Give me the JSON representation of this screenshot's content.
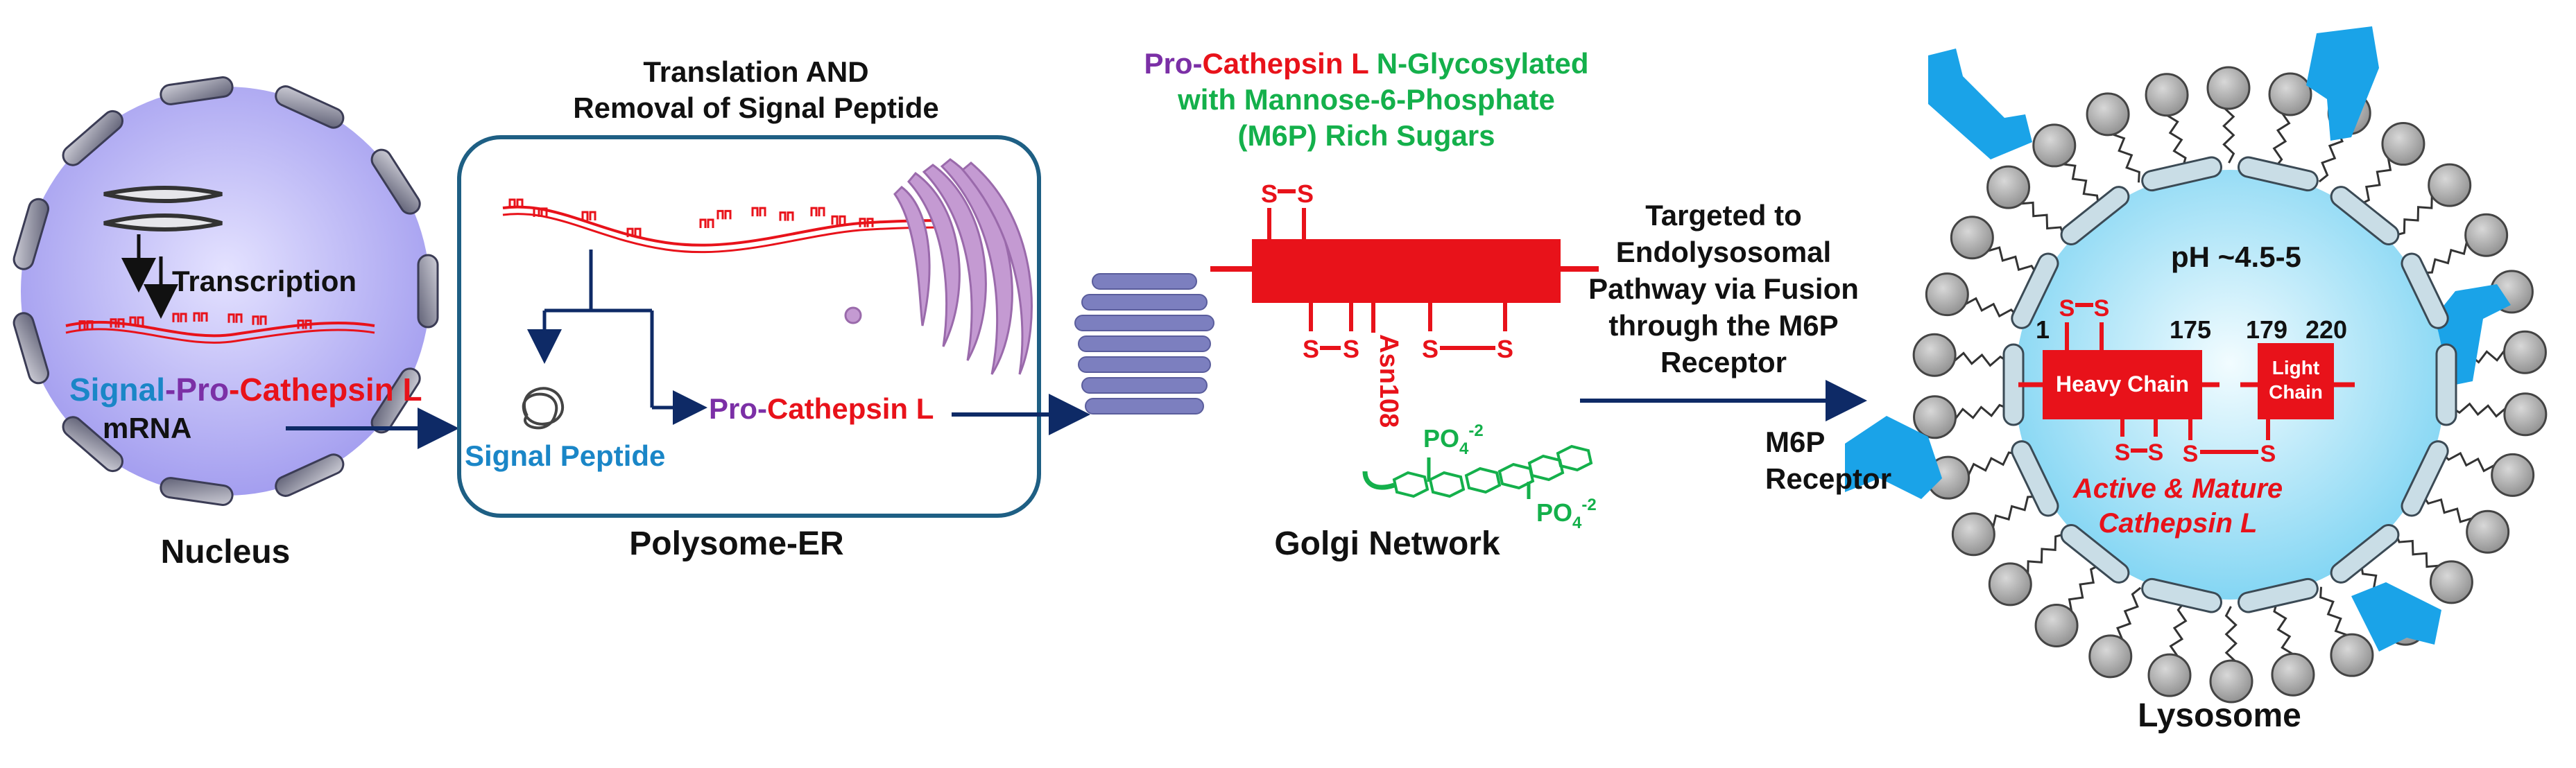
{
  "colors": {
    "red": "#e8121a",
    "purple": "#7b2fa6",
    "blue": "#1a86c7",
    "green": "#14b04b",
    "navy": "#0e2a66",
    "dark": "#111111",
    "nucleus_fill": "#b6b2f4",
    "golgi_fill": "#7c7fbf",
    "er_fill": "#c49ad2",
    "lyso_fill": "#9fe0f6",
    "receptor": "#1aa3e8",
    "lipid": "#9a9a9a"
  },
  "nucleus": {
    "title": "Nucleus",
    "transcription": "Transcription",
    "mrna_signal": "Signal",
    "mrna_dash1": "-",
    "mrna_pro": "Pro",
    "mrna_dash2": "-",
    "mrna_cathepsin": "Cathepsin L",
    "mrna": "mRNA"
  },
  "polysome": {
    "title": "Polysome-ER",
    "header_line1": "Translation AND",
    "header_line2": "Removal of Signal Peptide",
    "signal_peptide": "Signal Peptide",
    "pro": "Pro-",
    "cathepsin": "Cathepsin  L"
  },
  "golgi": {
    "title": "Golgi Network",
    "pro": "Pro-",
    "cathepsin": "Cathepsin L",
    "glyco1": "N-Glycosylated",
    "glyco2": "with Mannose-6-Phosphate",
    "glyco3": "(M6P) Rich Sugars",
    "asn": "Asn108",
    "s": "S",
    "po4": "PO",
    "po4_sub": "4",
    "po4_sup": "-2"
  },
  "transport": {
    "line1": "Targeted to",
    "line2": "Endolysosomal",
    "line3": "Pathway via Fusion",
    "line4": "through the M6P",
    "line5": "Receptor"
  },
  "lysosome": {
    "title": "Lysosome",
    "ph": "pH ~4.5-5",
    "receptor_line1": "M6P",
    "receptor_line2": "Receptor",
    "heavy_chain": "Heavy Chain",
    "light_line1": "Light",
    "light_line2": "Chain",
    "n1": "1",
    "n175": "175",
    "n179": "179",
    "n220": "220",
    "active1": "Active & Mature",
    "active2": "Cathepsin  L",
    "s": "S"
  }
}
